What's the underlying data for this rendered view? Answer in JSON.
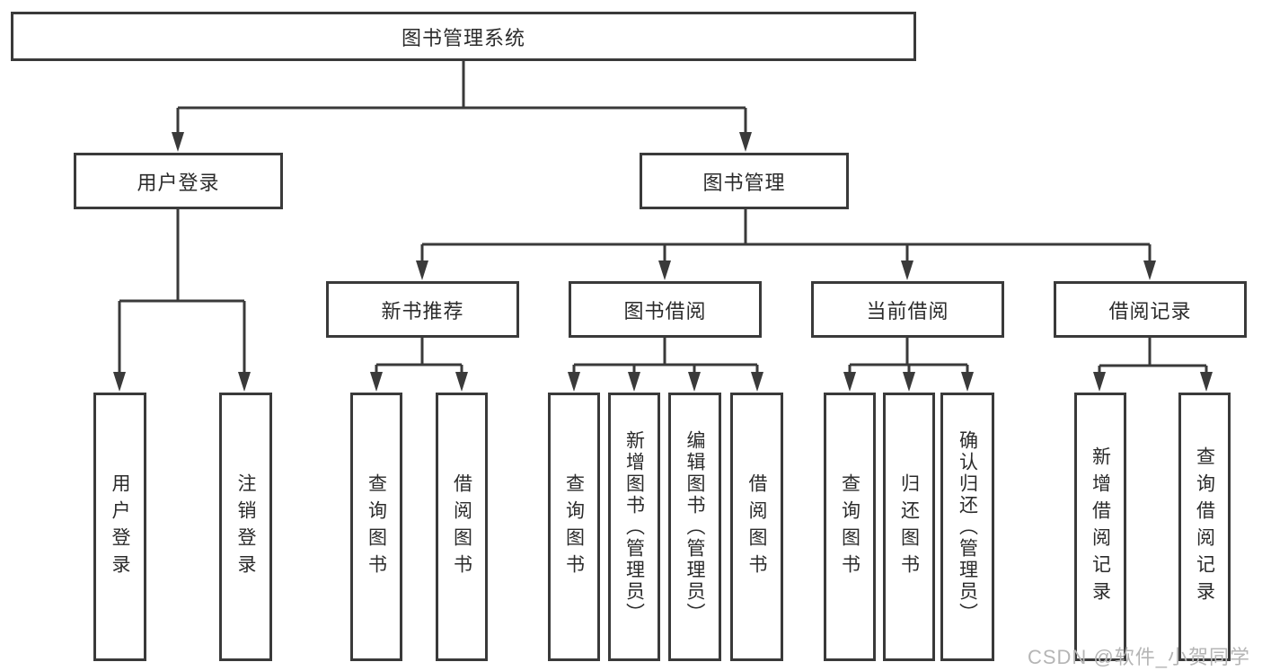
{
  "tree": {
    "root": "图书管理系统",
    "branches": [
      {
        "label": "用户登录",
        "children": [
          {
            "label": "用户登录"
          },
          {
            "label": "注销登录"
          }
        ]
      },
      {
        "label": "图书管理",
        "children": [
          {
            "label": "新书推荐",
            "children": [
              {
                "label": "查询图书"
              },
              {
                "label": "借阅图书"
              }
            ]
          },
          {
            "label": "图书借阅",
            "children": [
              {
                "label": "查询图书"
              },
              {
                "label": "新增图书（管理员）"
              },
              {
                "label": "编辑图书（管理员）"
              },
              {
                "label": "借阅图书"
              }
            ]
          },
          {
            "label": "当前借阅",
            "children": [
              {
                "label": "查询图书"
              },
              {
                "label": "归还图书"
              },
              {
                "label": "确认归还（管理员）"
              }
            ]
          },
          {
            "label": "借阅记录",
            "children": [
              {
                "label": "新增借阅记录"
              },
              {
                "label": "查询借阅记录"
              }
            ]
          }
        ]
      }
    ]
  },
  "watermark": "CSDN @软件_小贺同学",
  "colors": {
    "line": "#3a3a3a",
    "text": "#2b2b2b",
    "watermark": "#b5b5b5"
  }
}
